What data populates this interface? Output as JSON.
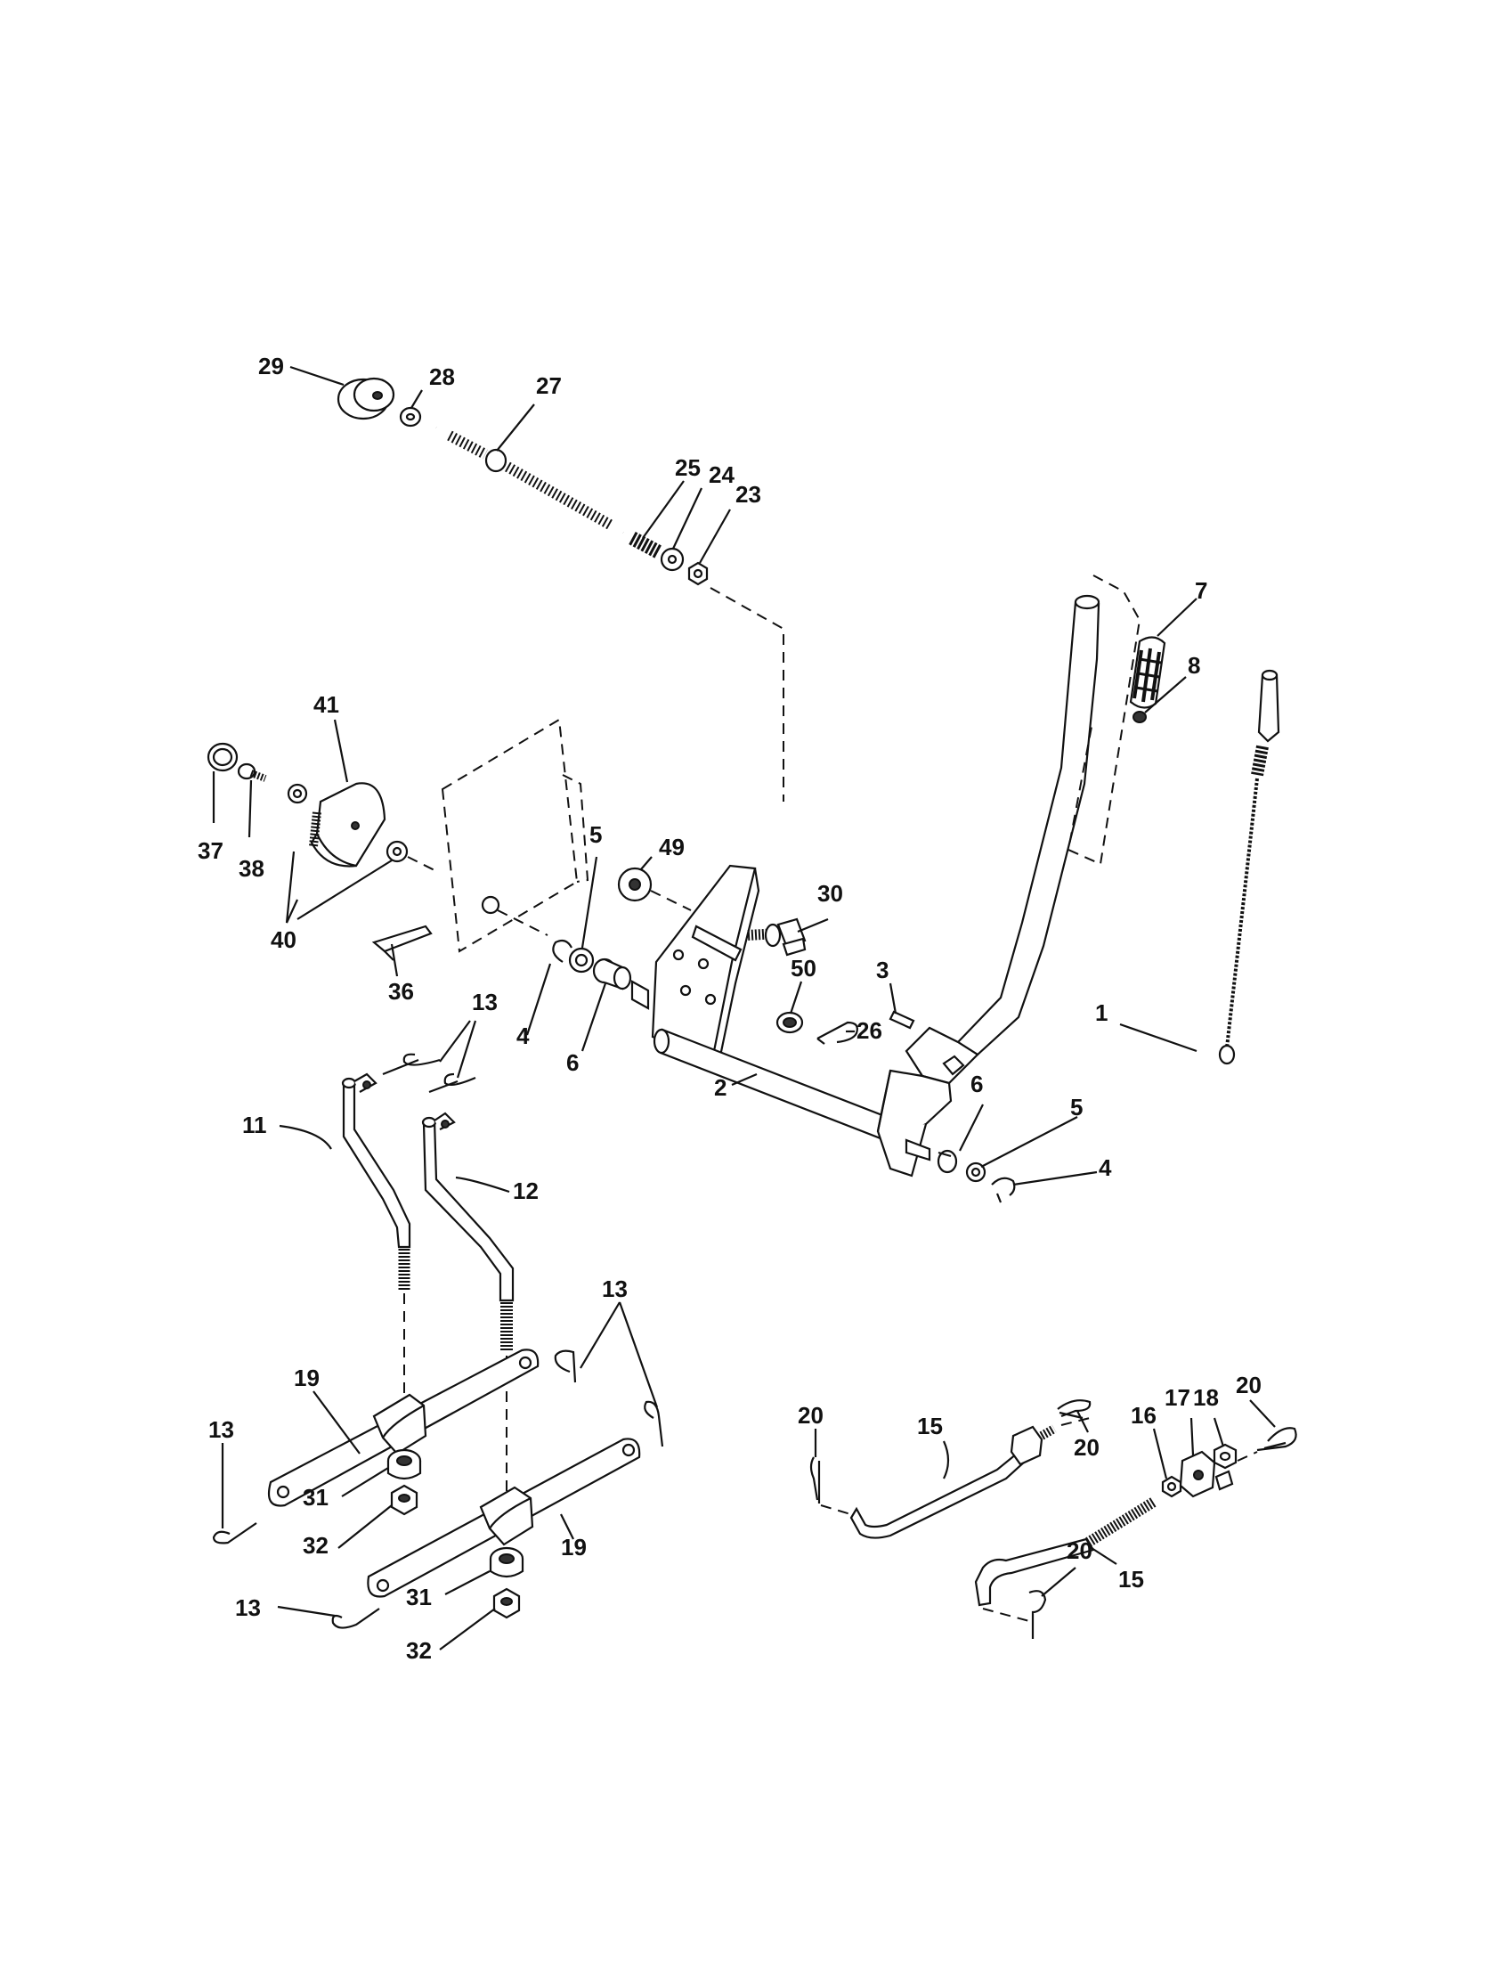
{
  "diagram": {
    "callouts": [
      {
        "id": "c29",
        "text": "29"
      },
      {
        "id": "c28",
        "text": "28"
      },
      {
        "id": "c27",
        "text": "27"
      },
      {
        "id": "c25",
        "text": "25"
      },
      {
        "id": "c24",
        "text": "24"
      },
      {
        "id": "c23",
        "text": "23"
      },
      {
        "id": "c7",
        "text": "7"
      },
      {
        "id": "c8",
        "text": "8"
      },
      {
        "id": "c41",
        "text": "41"
      },
      {
        "id": "c37",
        "text": "37"
      },
      {
        "id": "c38",
        "text": "38"
      },
      {
        "id": "c40",
        "text": "40"
      },
      {
        "id": "c5a",
        "text": "5"
      },
      {
        "id": "c49",
        "text": "49"
      },
      {
        "id": "c30",
        "text": "30"
      },
      {
        "id": "c1",
        "text": "1"
      },
      {
        "id": "c36",
        "text": "36"
      },
      {
        "id": "c13a",
        "text": "13"
      },
      {
        "id": "c4a",
        "text": "4"
      },
      {
        "id": "c6a",
        "text": "6"
      },
      {
        "id": "c50",
        "text": "50"
      },
      {
        "id": "c3",
        "text": "3"
      },
      {
        "id": "c26",
        "text": "26"
      },
      {
        "id": "c2",
        "text": "2"
      },
      {
        "id": "c6b",
        "text": "6"
      },
      {
        "id": "c5b",
        "text": "5"
      },
      {
        "id": "c4b",
        "text": "4"
      },
      {
        "id": "c11",
        "text": "11"
      },
      {
        "id": "c12",
        "text": "12"
      },
      {
        "id": "c13b",
        "text": "13"
      },
      {
        "id": "c19a",
        "text": "19"
      },
      {
        "id": "c13c",
        "text": "13"
      },
      {
        "id": "c31a",
        "text": "31"
      },
      {
        "id": "c32a",
        "text": "32"
      },
      {
        "id": "c19b",
        "text": "19"
      },
      {
        "id": "c13d",
        "text": "13"
      },
      {
        "id": "c31b",
        "text": "31"
      },
      {
        "id": "c32b",
        "text": "32"
      },
      {
        "id": "c20a",
        "text": "20"
      },
      {
        "id": "c15a",
        "text": "15"
      },
      {
        "id": "c20b",
        "text": "20"
      },
      {
        "id": "c16",
        "text": "16"
      },
      {
        "id": "c17",
        "text": "17"
      },
      {
        "id": "c18",
        "text": "18"
      },
      {
        "id": "c20c",
        "text": "20"
      },
      {
        "id": "c20d",
        "text": "20"
      },
      {
        "id": "c15b",
        "text": "15"
      }
    ]
  }
}
